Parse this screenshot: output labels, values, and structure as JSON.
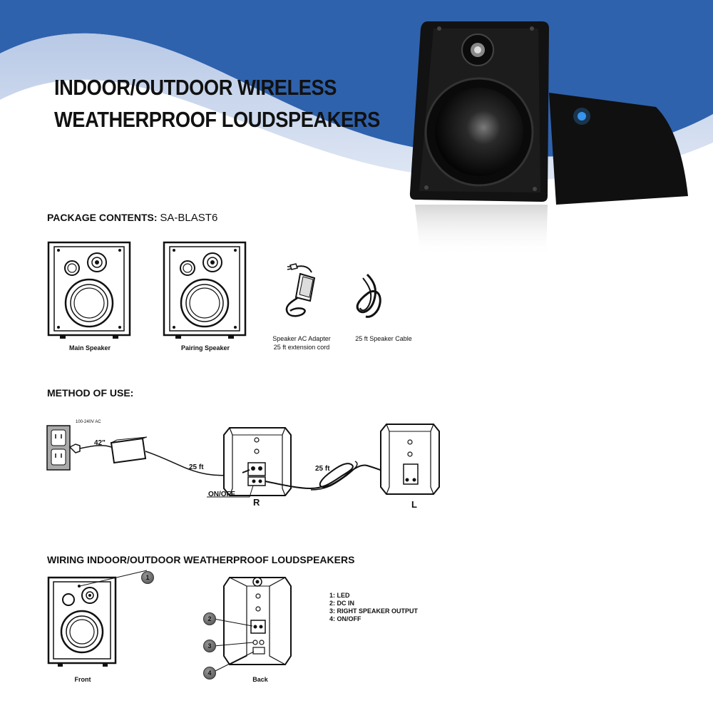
{
  "header": {
    "title_line1": "INDOOR/OUTDOOR WIRELESS",
    "title_line2": "WEATHERPROOF LOUDSPEAKERS"
  },
  "package": {
    "heading": "PACKAGE CONTENTS:",
    "model": "SA-BLAST6",
    "items": [
      {
        "label": "Main Speaker"
      },
      {
        "label": "Pairing Speaker"
      },
      {
        "label_line1": "Speaker AC Adapter",
        "label_line2": "25 ft  extension cord"
      },
      {
        "label": "25 ft Speaker Cable"
      }
    ]
  },
  "method": {
    "heading": "METHOD OF USE:",
    "voltage": "100-240V AC",
    "length_adapter": "42\"",
    "length_cable1": "25 ft",
    "length_cable2": "25 ft",
    "onoff": "ON/OFF",
    "right": "R",
    "left": "L"
  },
  "wiring": {
    "heading": "WIRING INDOOR/OUTDOOR WEATHERPROOF LOUDSPEAKERS",
    "front_label": "Front",
    "back_label": "Back",
    "callouts": [
      "1",
      "2",
      "3",
      "4"
    ],
    "legend": [
      "1: LED",
      "2: DC IN",
      "3: RIGHT SPEAKER OUTPUT",
      "4: ON/OFF"
    ]
  },
  "colors": {
    "banner_blue": "#2f62ad",
    "banner_light": "#c3d2ea",
    "led_blue": "#3aa0ff"
  }
}
